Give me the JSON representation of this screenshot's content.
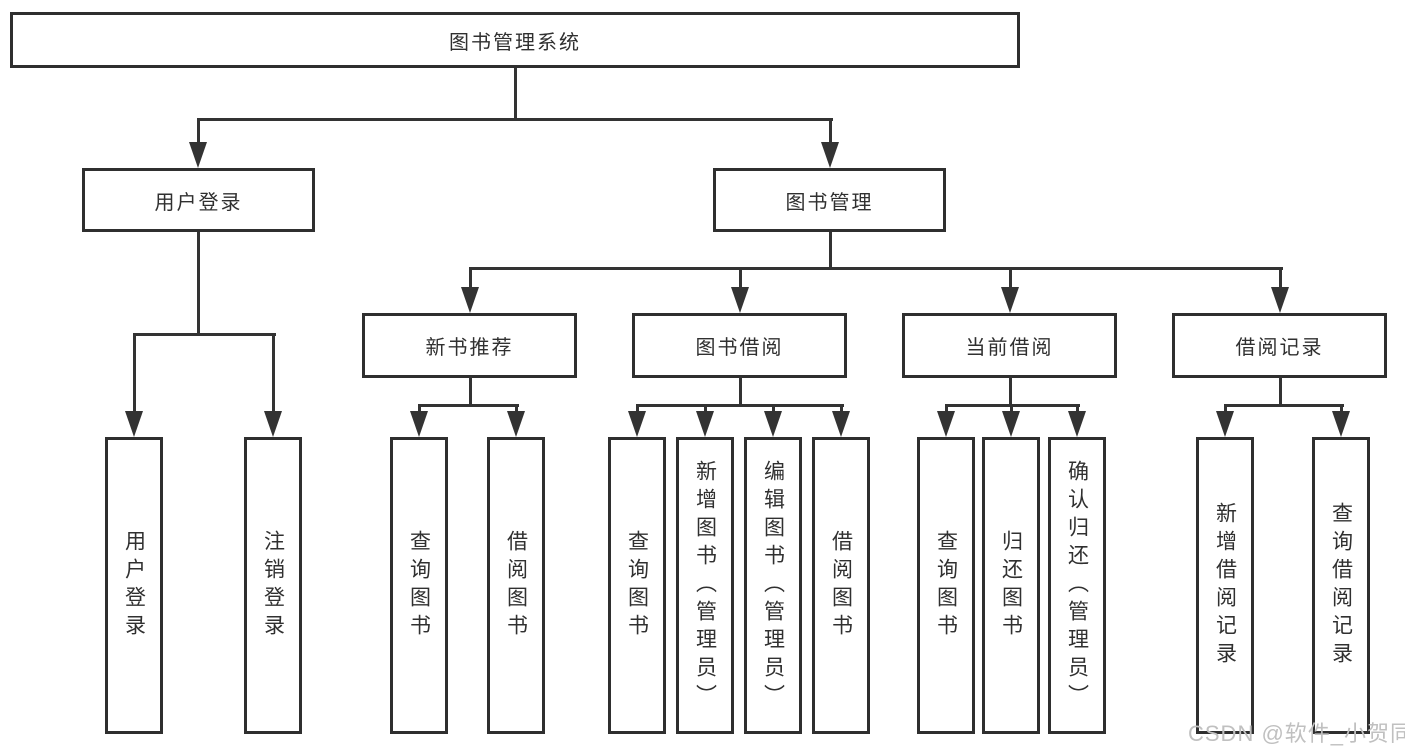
{
  "tree": {
    "root": {
      "label": "图书管理系统"
    },
    "branches": [
      {
        "label": "用户登录",
        "children": [
          {
            "label": "用户登录"
          },
          {
            "label": "注销登录"
          }
        ]
      },
      {
        "label": "图书管理",
        "groups": [
          {
            "label": "新书推荐",
            "children": [
              {
                "label": "查询图书"
              },
              {
                "label": "借阅图书"
              }
            ]
          },
          {
            "label": "图书借阅",
            "children": [
              {
                "label": "查询图书"
              },
              {
                "label": "新增图书（管理员）"
              },
              {
                "label": "编辑图书（管理员）"
              },
              {
                "label": "借阅图书"
              }
            ]
          },
          {
            "label": "当前借阅",
            "children": [
              {
                "label": "查询图书"
              },
              {
                "label": "归还图书"
              },
              {
                "label": "确认归还（管理员）"
              }
            ]
          },
          {
            "label": "借阅记录",
            "children": [
              {
                "label": "新增借阅记录"
              },
              {
                "label": "查询借阅记录"
              }
            ]
          }
        ]
      }
    ]
  },
  "watermark": "CSDN @软件_小贺同学",
  "colors": {
    "line": "#333333",
    "border": "#2f2f2f",
    "text": "#303030",
    "watermark": "#c0c0c0",
    "background": "#ffffff"
  }
}
